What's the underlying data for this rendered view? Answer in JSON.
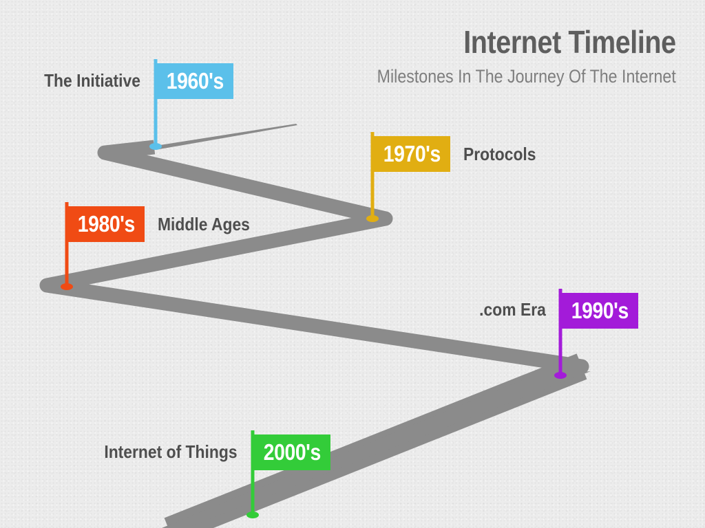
{
  "header": {
    "title": "Internet Timeline",
    "subtitle": "Milestones In The Journey Of The Internet"
  },
  "milestones": [
    {
      "decade": "1960's",
      "label": "The Initiative",
      "color": "#5bc0ea"
    },
    {
      "decade": "1970's",
      "label": "Protocols",
      "color": "#e1ae12"
    },
    {
      "decade": "1980's",
      "label": "Middle Ages",
      "color": "#f04b14"
    },
    {
      "decade": "1990's",
      "label": ".com Era",
      "color": "#a31bd9"
    },
    {
      "decade": "2000's",
      "label": "Internet of Things",
      "color": "#33cc39"
    }
  ]
}
